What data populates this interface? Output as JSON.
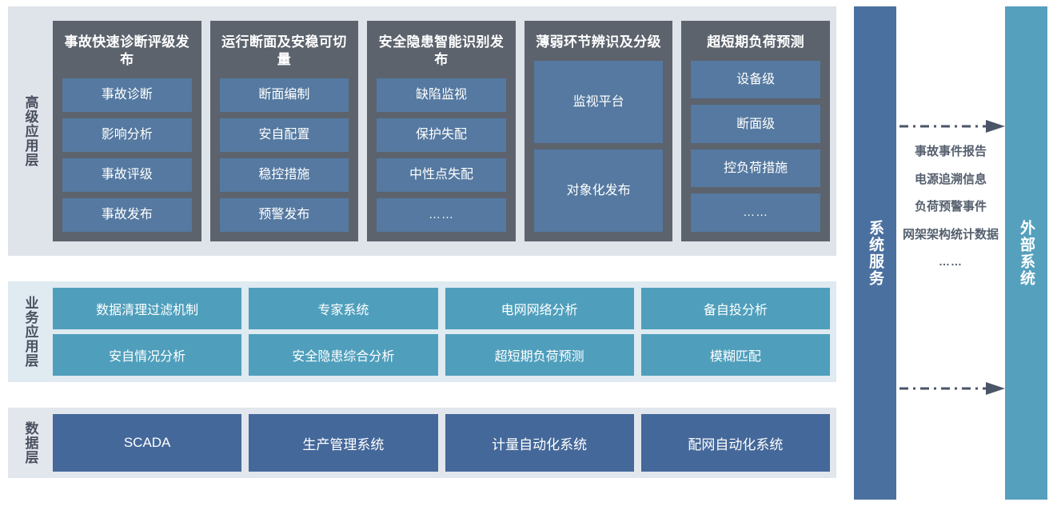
{
  "layers": [
    {
      "label": "高级应用层",
      "kind": "advanced",
      "cards": [
        {
          "title": "事故快速诊断评级发布",
          "items": [
            "事故诊断",
            "影响分析",
            "事故评级",
            "事故发布"
          ]
        },
        {
          "title": "运行断面及安稳可切量",
          "items": [
            "断面编制",
            "安自配置",
            "稳控措施",
            "预警发布"
          ]
        },
        {
          "title": "安全隐患智能识别发布",
          "items": [
            "缺陷监视",
            "保护失配",
            "中性点失配",
            "……"
          ]
        },
        {
          "title": "薄弱环节辨识及分级",
          "items": [
            "监视平台",
            "对象化发布"
          ]
        },
        {
          "title": "超短期负荷预测",
          "items": [
            "设备级",
            "断面级",
            "控负荷措施",
            "……"
          ]
        }
      ]
    },
    {
      "label": "业务应用层",
      "kind": "business",
      "items": [
        "数据清理过滤机制",
        "专家系统",
        "电网网络分析",
        "备自投分析",
        "安自情况分析",
        "安全隐患综合分析",
        "超短期负荷预测",
        "模糊匹配"
      ]
    },
    {
      "label": "数据层",
      "kind": "data",
      "items": [
        "SCADA",
        "生产管理系统",
        "计量自动化系统",
        "配网自动化系统"
      ]
    }
  ],
  "side": {
    "service_column": "系统服务",
    "external_column": "外部系统",
    "flow_labels": [
      "事故事件报告",
      "电源追溯信息",
      "负荷预警事件",
      "网架架构统计数据"
    ],
    "flow_dots": "……"
  },
  "colors": {
    "band_advanced_bg": "#dfe3ea",
    "band_business_bg": "#dfeaf1",
    "band_data_bg": "#e2e6ed",
    "card_bg": "#5c636d",
    "tile_slate": "#5579a0",
    "tile_teal": "#4f9fbc",
    "tile_steel": "#44689a",
    "col_service": "#4a70a0",
    "col_external": "#55a0bd",
    "arrow": "#4a5568",
    "label_text": "#4a5160"
  }
}
